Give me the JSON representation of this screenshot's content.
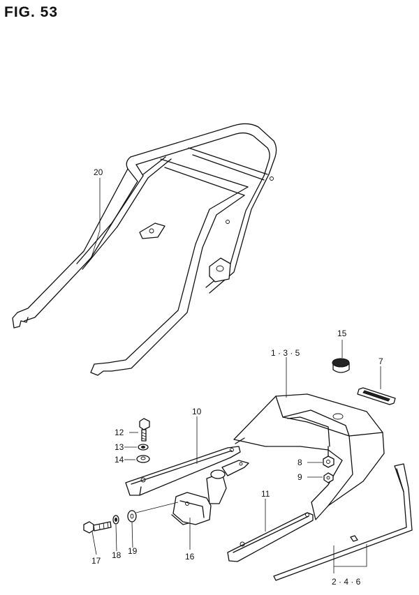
{
  "figure": {
    "title": "FIG. 53"
  },
  "callouts": {
    "c1": "1 · 3 · 5",
    "c2": "2 · 4 · 6",
    "c7": "7",
    "c8": "8",
    "c9": "9",
    "c10": "10",
    "c11": "11",
    "c12": "12",
    "c13": "13",
    "c14": "14",
    "c15": "15",
    "c16": "16",
    "c17": "17",
    "c18": "18",
    "c19": "19",
    "c20": "20"
  }
}
